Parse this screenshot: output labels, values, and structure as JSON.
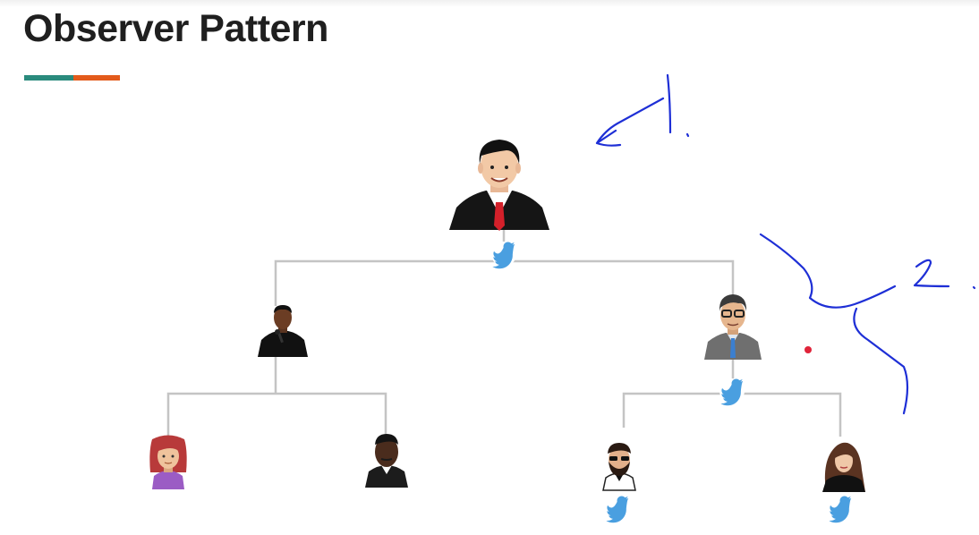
{
  "slide": {
    "title": "Observer Pattern",
    "accent_colors": [
      "#2a8b7d",
      "#e35a1b"
    ]
  },
  "diagram": {
    "connector_color": "#c4c4c4",
    "nodes": [
      {
        "id": "root",
        "icon": "businessman-avatar-icon",
        "has_twitter_badge": true
      },
      {
        "id": "follower-left",
        "icon": "man-with-microphone-avatar-icon",
        "has_twitter_badge": false
      },
      {
        "id": "follower-right",
        "icon": "man-with-glasses-avatar-icon",
        "has_twitter_badge": true
      },
      {
        "id": "leaf-1",
        "icon": "red-haired-woman-avatar-icon",
        "has_twitter_badge": false
      },
      {
        "id": "leaf-2",
        "icon": "man-in-suit-avatar-icon",
        "has_twitter_badge": false
      },
      {
        "id": "leaf-3",
        "icon": "bearded-man-sunglasses-avatar-icon",
        "has_twitter_badge": true
      },
      {
        "id": "leaf-4",
        "icon": "long-haired-woman-avatar-icon",
        "has_twitter_badge": true
      }
    ]
  },
  "annotations": {
    "ink_color": "#1e2fd6",
    "laser_color": "#e0243a"
  }
}
